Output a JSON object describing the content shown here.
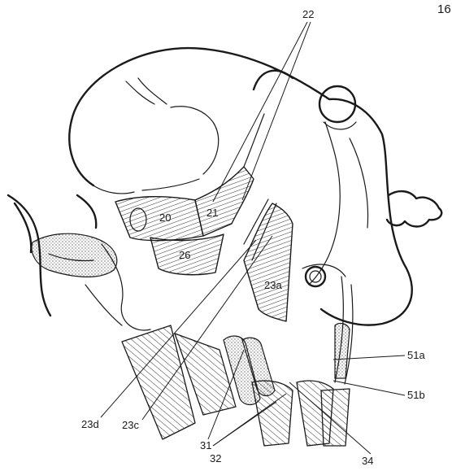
{
  "figure": {
    "page_number": "16",
    "labels": {
      "l22": "22",
      "l20": "20",
      "l21": "21",
      "l26": "26",
      "l23a": "23a",
      "l23d": "23d",
      "l23c": "23c",
      "l31": "31",
      "l32": "32",
      "l34": "34",
      "l51a": "51a",
      "l51b": "51b"
    }
  }
}
